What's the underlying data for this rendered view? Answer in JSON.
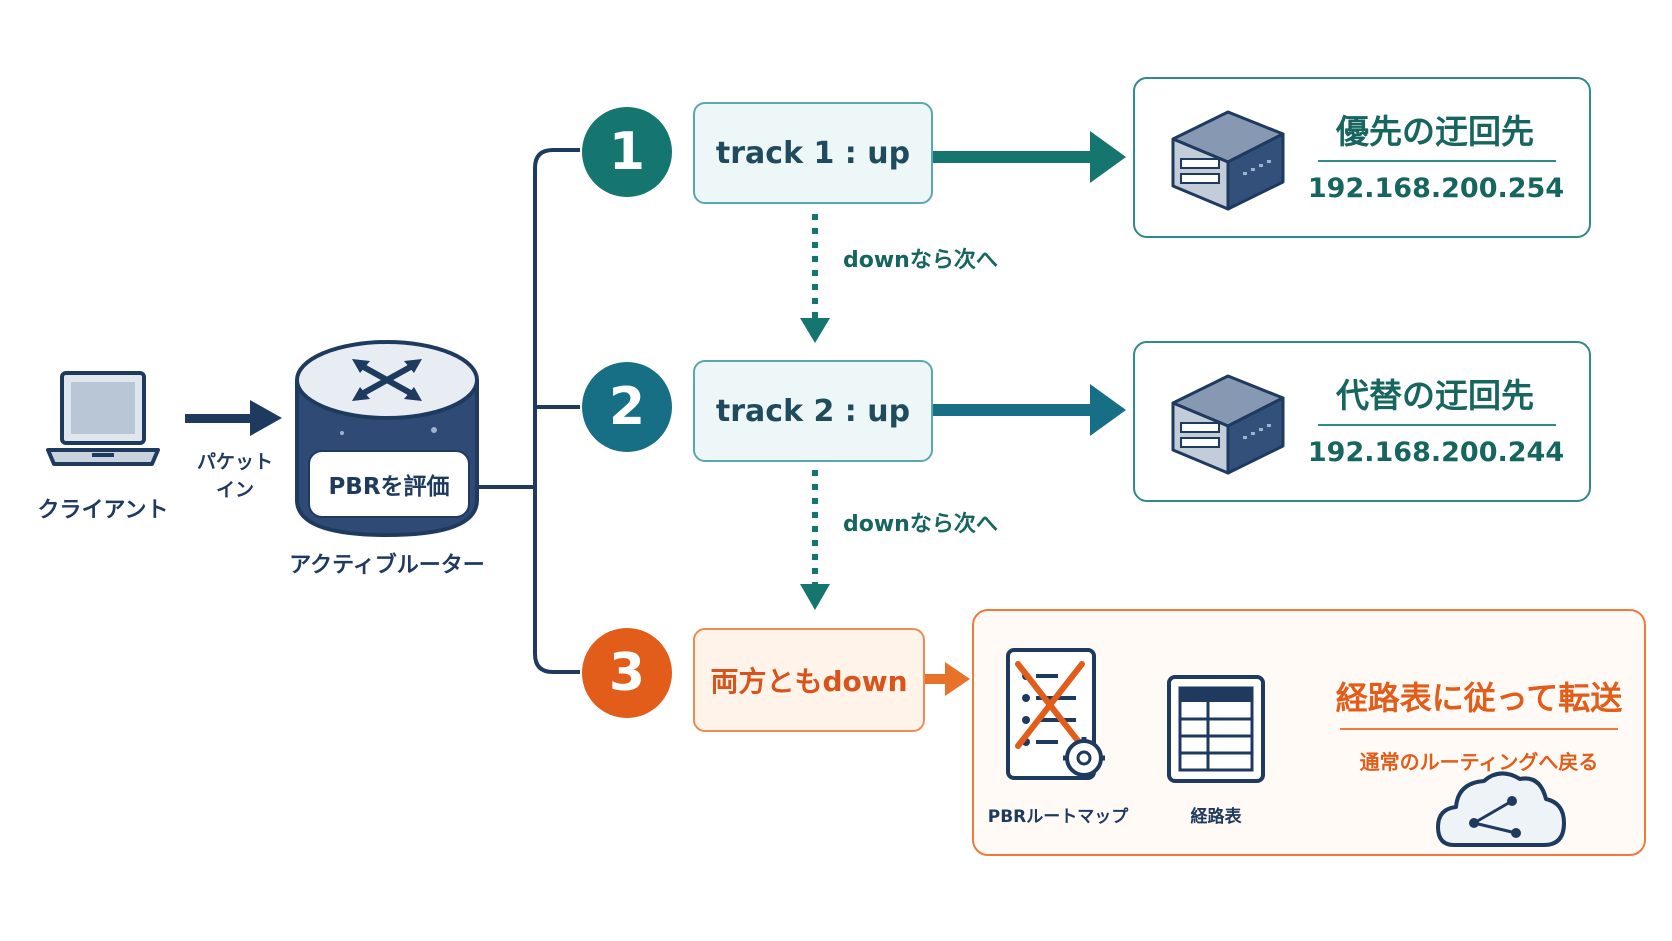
{
  "client": {
    "label": "クライアント",
    "icon": "laptop-icon"
  },
  "packet_in": {
    "line1": "パケット",
    "line2": "イン"
  },
  "router": {
    "label": "アクティブルーター",
    "eval_label": "PBRを評価",
    "icon": "router-icon"
  },
  "steps": [
    {
      "number": "1",
      "condition": "track 1 : up"
    },
    {
      "number": "2",
      "condition": "track 2 : up"
    },
    {
      "number": "3",
      "condition": "両方ともdown"
    }
  ],
  "down_notes": [
    "downなら次へ",
    "downなら次へ"
  ],
  "destinations": [
    {
      "title": "優先の迂回先",
      "ip": "192.168.200.254",
      "icon": "server-icon"
    },
    {
      "title": "代替の迂回先",
      "ip": "192.168.200.244",
      "icon": "server-icon"
    }
  ],
  "fallback": {
    "pbr_map_label": "PBRルートマップ",
    "routing_table_label": "経路表",
    "title": "経路表に従って転送",
    "subtitle": "通常のルーティングへ戻る",
    "icons": [
      "route-map-disabled-icon",
      "routing-table-icon",
      "cloud-network-icon"
    ]
  },
  "colors": {
    "navy": "#1e3a5f",
    "teal": "#15756f",
    "blue_teal": "#176f86",
    "orange": "#e25c1a"
  }
}
